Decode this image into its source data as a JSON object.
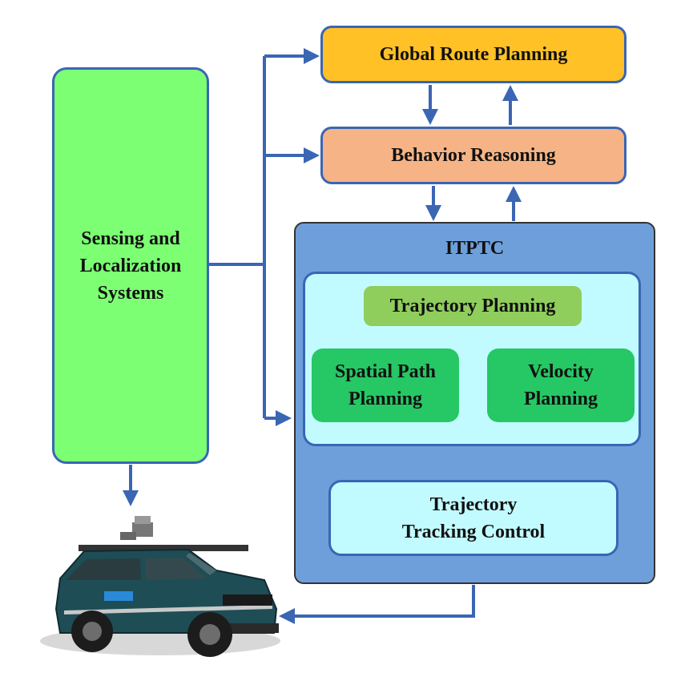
{
  "diagram": {
    "sensing_label": "Sensing and\nLocalization\nSystems",
    "global_label": "Global Route Planning",
    "behavior_label": "Behavior Reasoning",
    "itptc_label": "ITPTC",
    "trajectory_planning_label": "Trajectory Planning",
    "spatial_label": "Spatial Path\nPlanning",
    "velocity_label": "Velocity\nPlanning",
    "tracking_label": "Trajectory\nTracking Control"
  },
  "colors": {
    "line": "#3a66b4",
    "sensing": "#7dff74",
    "global": "#ffc126",
    "behavior": "#f6b486",
    "itptc": "#6f9fda",
    "inner": "#c2fbff",
    "green_arrow": "#7bff2e"
  }
}
